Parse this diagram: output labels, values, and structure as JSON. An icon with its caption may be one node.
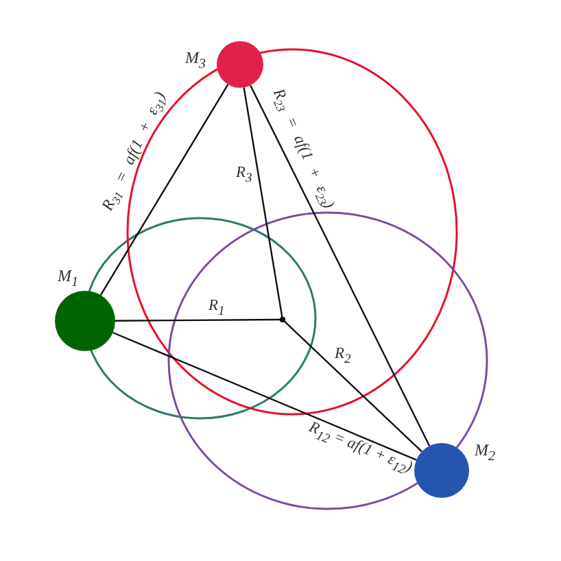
{
  "diagram": {
    "nodes": [
      {
        "text": [
          "M$_{3}$"
        ]
      },
      {
        "text": [
          "M$_{1}$"
        ]
      },
      {
        "text": [],
        "shape": "point"
      },
      {
        "text": [
          "M$_{2}$"
        ]
      }
    ],
    "edges": [
      {
        "from": 1,
        "to": 3,
        "arrow": "none",
        "label": "R$_{12}$ = af(1 + ε$_{12}$)"
      },
      {
        "from": 3,
        "to": 0,
        "arrow": "none",
        "label": "R$_{23}$ = af(1 + ε$_{23}$)"
      },
      {
        "from": 0,
        "to": 1,
        "arrow": "none",
        "label": "R$_{31}$ = af(1 + ε$_{31}$)"
      },
      {
        "from": 1,
        "to": 2,
        "arrow": "none",
        "label": "R$_{1}$"
      },
      {
        "from": 3,
        "to": 2,
        "arrow": "none",
        "label": "R$_{2}$"
      },
      {
        "from": 0,
        "to": 2,
        "arrow": "none",
        "label": "R$_{3}$"
      }
    ]
  }
}
